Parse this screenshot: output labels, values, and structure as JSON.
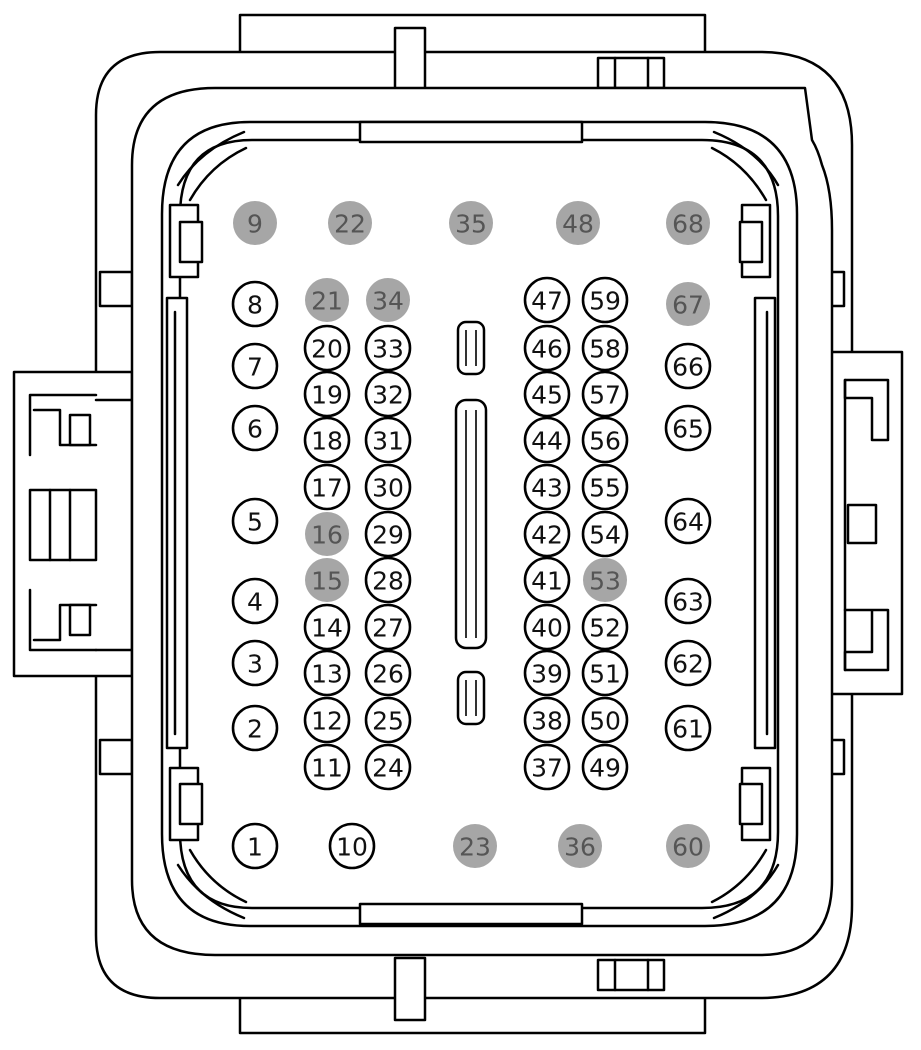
{
  "connector": {
    "colors": {
      "outline": "#000000",
      "empty_cavity_fill": "#a6a6a6",
      "pin_ring": "#000000",
      "background": "#ffffff"
    },
    "pins": [
      {
        "label": "1",
        "state": "populated"
      },
      {
        "label": "2",
        "state": "populated"
      },
      {
        "label": "3",
        "state": "populated"
      },
      {
        "label": "4",
        "state": "populated"
      },
      {
        "label": "5",
        "state": "populated"
      },
      {
        "label": "6",
        "state": "populated"
      },
      {
        "label": "7",
        "state": "populated"
      },
      {
        "label": "8",
        "state": "populated"
      },
      {
        "label": "9",
        "state": "empty"
      },
      {
        "label": "10",
        "state": "populated"
      },
      {
        "label": "11",
        "state": "populated"
      },
      {
        "label": "12",
        "state": "populated"
      },
      {
        "label": "13",
        "state": "populated"
      },
      {
        "label": "14",
        "state": "populated"
      },
      {
        "label": "15",
        "state": "empty"
      },
      {
        "label": "16",
        "state": "empty"
      },
      {
        "label": "17",
        "state": "populated"
      },
      {
        "label": "18",
        "state": "populated"
      },
      {
        "label": "19",
        "state": "populated"
      },
      {
        "label": "20",
        "state": "populated"
      },
      {
        "label": "21",
        "state": "empty"
      },
      {
        "label": "22",
        "state": "empty"
      },
      {
        "label": "23",
        "state": "empty"
      },
      {
        "label": "24",
        "state": "populated"
      },
      {
        "label": "25",
        "state": "populated"
      },
      {
        "label": "26",
        "state": "populated"
      },
      {
        "label": "27",
        "state": "populated"
      },
      {
        "label": "28",
        "state": "populated"
      },
      {
        "label": "29",
        "state": "populated"
      },
      {
        "label": "30",
        "state": "populated"
      },
      {
        "label": "31",
        "state": "populated"
      },
      {
        "label": "32",
        "state": "populated"
      },
      {
        "label": "33",
        "state": "populated"
      },
      {
        "label": "34",
        "state": "empty"
      },
      {
        "label": "35",
        "state": "empty"
      },
      {
        "label": "36",
        "state": "empty"
      },
      {
        "label": "37",
        "state": "populated"
      },
      {
        "label": "38",
        "state": "populated"
      },
      {
        "label": "39",
        "state": "populated"
      },
      {
        "label": "40",
        "state": "populated"
      },
      {
        "label": "41",
        "state": "populated"
      },
      {
        "label": "42",
        "state": "populated"
      },
      {
        "label": "43",
        "state": "populated"
      },
      {
        "label": "44",
        "state": "populated"
      },
      {
        "label": "45",
        "state": "populated"
      },
      {
        "label": "46",
        "state": "populated"
      },
      {
        "label": "47",
        "state": "populated"
      },
      {
        "label": "48",
        "state": "empty"
      },
      {
        "label": "49",
        "state": "populated"
      },
      {
        "label": "50",
        "state": "populated"
      },
      {
        "label": "51",
        "state": "populated"
      },
      {
        "label": "52",
        "state": "populated"
      },
      {
        "label": "53",
        "state": "empty"
      },
      {
        "label": "54",
        "state": "populated"
      },
      {
        "label": "55",
        "state": "populated"
      },
      {
        "label": "56",
        "state": "populated"
      },
      {
        "label": "57",
        "state": "populated"
      },
      {
        "label": "58",
        "state": "populated"
      },
      {
        "label": "59",
        "state": "populated"
      },
      {
        "label": "60",
        "state": "empty"
      },
      {
        "label": "61",
        "state": "populated"
      },
      {
        "label": "62",
        "state": "populated"
      },
      {
        "label": "63",
        "state": "populated"
      },
      {
        "label": "64",
        "state": "populated"
      },
      {
        "label": "65",
        "state": "populated"
      },
      {
        "label": "66",
        "state": "populated"
      },
      {
        "label": "67",
        "state": "empty"
      },
      {
        "label": "68",
        "state": "empty"
      }
    ]
  }
}
